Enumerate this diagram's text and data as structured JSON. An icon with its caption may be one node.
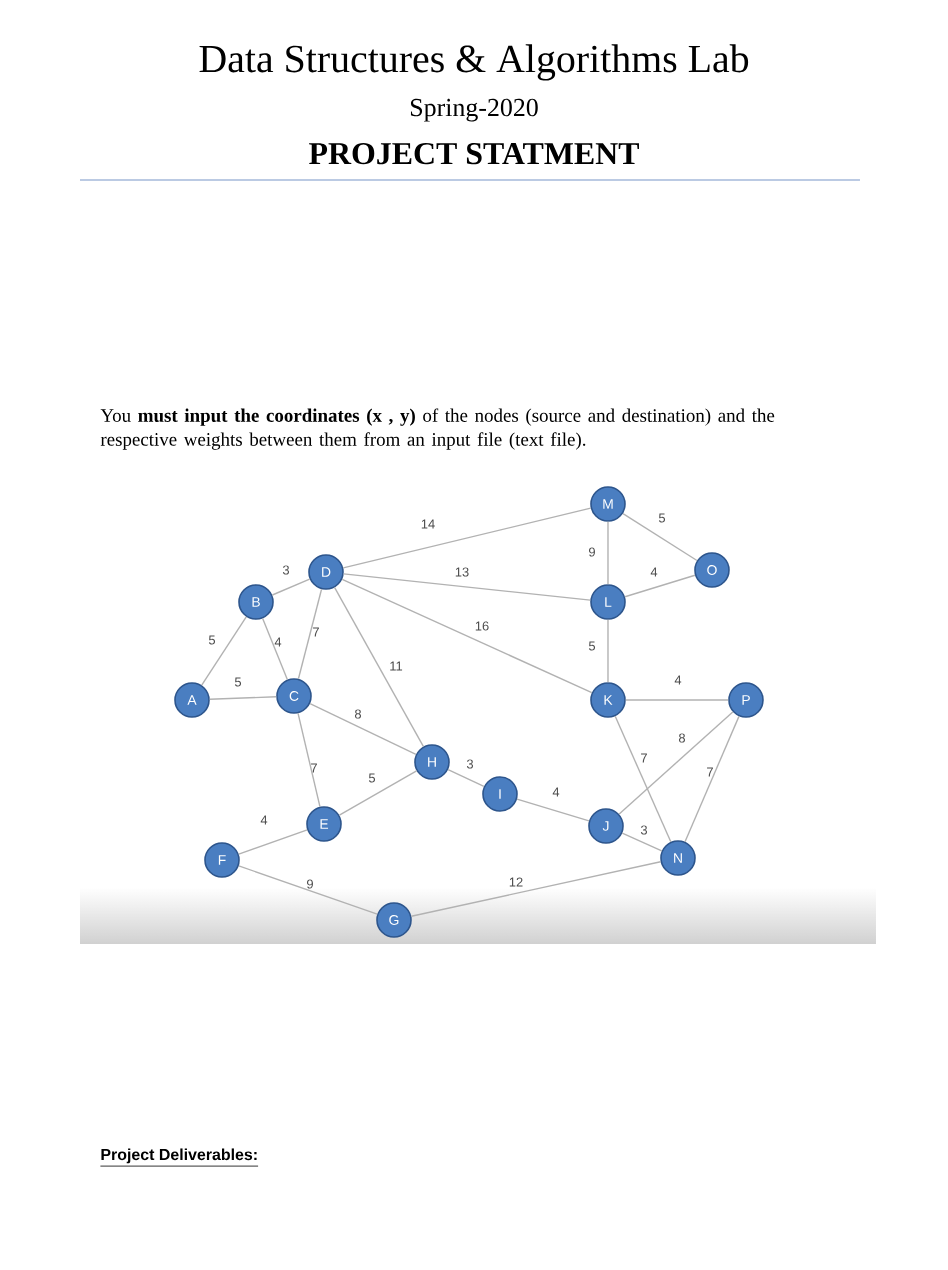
{
  "diagram": {
    "title": "Data Structures & Algorithms Lab",
    "nodes": [
      {
        "text": [
          "A"
        ]
      },
      {
        "text": [
          "B"
        ]
      },
      {
        "text": [
          "C"
        ]
      },
      {
        "text": [
          "D"
        ]
      },
      {
        "text": [
          "E"
        ]
      },
      {
        "text": [
          "F"
        ]
      },
      {
        "text": [
          "G"
        ]
      },
      {
        "text": [
          "H"
        ]
      },
      {
        "text": [
          "I"
        ]
      },
      {
        "text": [
          "J"
        ]
      },
      {
        "text": [
          "K"
        ]
      },
      {
        "text": [
          "L"
        ]
      },
      {
        "text": [
          "M"
        ]
      },
      {
        "text": [
          "N"
        ]
      },
      {
        "text": [
          "O"
        ]
      },
      {
        "text": [
          "P"
        ]
      }
    ],
    "edges": [
      {
        "from": 1,
        "to": 3,
        "arrow": "none",
        "label": "3"
      },
      {
        "from": 0,
        "to": 1,
        "arrow": "none",
        "label": "5"
      },
      {
        "from": 1,
        "to": 2,
        "arrow": "none",
        "label": "4"
      },
      {
        "from": 3,
        "to": 2,
        "arrow": "none",
        "label": "7"
      },
      {
        "from": 0,
        "to": 2,
        "arrow": "none",
        "label": "5"
      },
      {
        "from": 3,
        "to": 7,
        "arrow": "none",
        "label": "11"
      },
      {
        "from": 2,
        "to": 7,
        "arrow": "none",
        "label": "8"
      },
      {
        "from": 2,
        "to": 4,
        "arrow": "none",
        "label": "7"
      },
      {
        "from": 4,
        "to": 7,
        "arrow": "none",
        "label": "5"
      },
      {
        "from": 7,
        "to": 8,
        "arrow": "none",
        "label": "3"
      },
      {
        "from": 8,
        "to": 9,
        "arrow": "none",
        "label": "4"
      },
      {
        "from": 4,
        "to": 5,
        "arrow": "none",
        "label": "4"
      },
      {
        "from": 5,
        "to": 6,
        "arrow": "none",
        "label": "9"
      },
      {
        "from": 6,
        "to": 13,
        "arrow": "none",
        "label": "12"
      },
      {
        "from": 3,
        "to": 12,
        "arrow": "none",
        "label": "14"
      },
      {
        "from": 3,
        "to": 11,
        "arrow": "none",
        "label": "13"
      },
      {
        "from": 3,
        "to": 10,
        "arrow": "none",
        "label": "16"
      },
      {
        "from": 12,
        "to": 11,
        "arrow": "none",
        "label": "9"
      },
      {
        "from": 12,
        "to": 14,
        "arrow": "none",
        "label": "5"
      },
      {
        "from": 11,
        "to": 14,
        "arrow": "none",
        "label": "4"
      },
      {
        "from": 11,
        "to": 10,
        "arrow": "none",
        "label": "5"
      },
      {
        "from": 10,
        "to": 15,
        "arrow": "none",
        "label": "4"
      },
      {
        "from": 10,
        "to": 13,
        "arrow": "none",
        "label": "7"
      },
      {
        "from": 15,
        "to": 9,
        "arrow": "none",
        "label": "8"
      },
      {
        "from": 15,
        "to": 13,
        "arrow": "none",
        "label": "7"
      },
      {
        "from": 9,
        "to": 13,
        "arrow": "none",
        "label": "3"
      }
    ],
    "labels": [
      "Spring-2020",
      "PROJECT STATMENT",
      "You **must input the coordinates (x , y)** of the nodes (source and destination) and the respective weights between them from an input file (text file).",
      "Project Deliverables:"
    ]
  }
}
